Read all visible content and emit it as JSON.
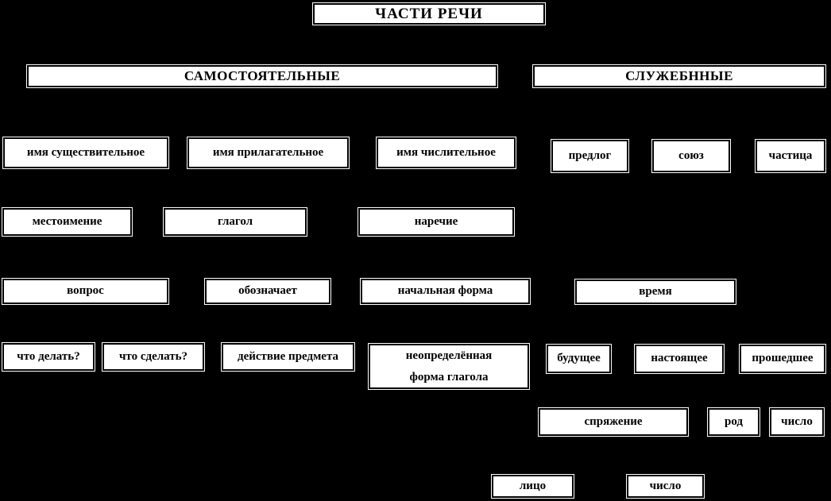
{
  "colors": {
    "background": "#000000",
    "box_fill": "#ffffff",
    "box_border": "#000000",
    "text": "#000000"
  },
  "title": {
    "label": "ЧАСТИ РЕЧИ"
  },
  "categories": {
    "independent": "САМОСТОЯТЕЛЬНЫЕ",
    "functional": "СЛУЖЕБННЫЕ"
  },
  "parts_of_speech": {
    "noun": "имя существительное",
    "adjective": "имя прилагательное",
    "numeral": "имя числительное",
    "preposition": "предлог",
    "conjunction": "союз",
    "particle": "частица",
    "pronoun": "местоимение",
    "verb": "глагол",
    "adverb": "наречие"
  },
  "verb_features": {
    "question": "вопрос",
    "denotes": "обозначает",
    "initial_form": "начальная форма",
    "tense": "время",
    "what_to_do": "что делать?",
    "what_to_have_done": "что сделать?",
    "action_of_object": "действие предмета",
    "infinitive": "неопределённая форма глагола",
    "future": "будущее",
    "present": "настоящее",
    "past": "прошедшее",
    "conjugation": "спряжение",
    "gender": "род",
    "number": "число",
    "person": "лицо",
    "number2": "число"
  }
}
